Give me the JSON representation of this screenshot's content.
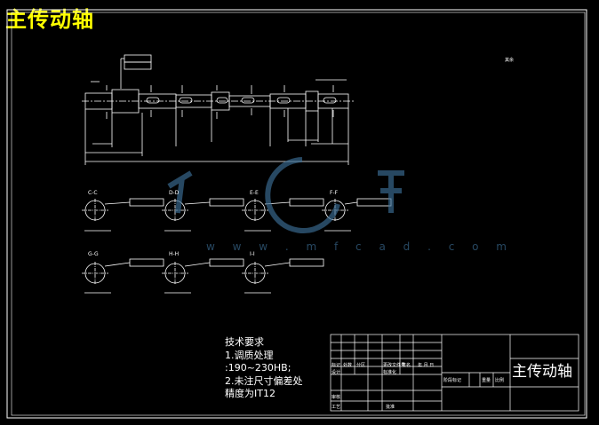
{
  "header": {
    "title": "主传动轴"
  },
  "tech_requirements": {
    "heading": "技术要求",
    "line1": "1.调质处理",
    "line2": ":190~230HB;",
    "line3": "2.未注尺寸偏差处",
    "line4": "精度为IT12"
  },
  "title_block": {
    "part_name": "主传动轴",
    "cells": {
      "c1": "标记",
      "c2": "处数",
      "c3": "分区",
      "c4": "更改文件号",
      "c5": "签名",
      "c6": "年 月 日",
      "c7": "设计",
      "c8": "标准化",
      "c9": "审核",
      "c10": "工艺",
      "c11": "批准",
      "c12": "阶段标记",
      "c13": "重量",
      "c14": "比例"
    }
  },
  "sections": {
    "cc": "C-C",
    "dd": "D-D",
    "ee": "E-E",
    "ff": "F-F",
    "gg": "G-G",
    "hh": "H-H",
    "ii": "I-I"
  },
  "roughness_note": "其余",
  "watermark": "w w w . m f c a d . c o m",
  "colors": {
    "background": "#000000",
    "lines": "#ffffff",
    "title": "#ffff00",
    "watermark": "#3c6e96"
  }
}
